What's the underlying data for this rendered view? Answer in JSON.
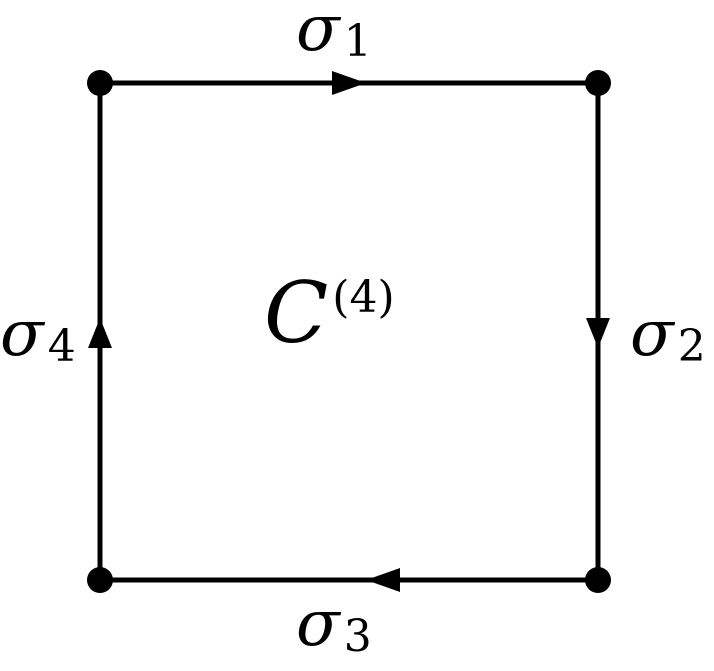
{
  "diagram": {
    "title": "",
    "center_label": {
      "symbol": "C",
      "superscript": "(4)"
    },
    "nodes": [
      {
        "id": "top-left"
      },
      {
        "id": "top-right"
      },
      {
        "id": "bottom-right"
      },
      {
        "id": "bottom-left"
      }
    ],
    "edges": [
      {
        "id": "sigma-1",
        "from": "top-left",
        "to": "top-right",
        "symbol": "σ",
        "subscript": "1",
        "direction": "right"
      },
      {
        "id": "sigma-2",
        "from": "top-right",
        "to": "bottom-right",
        "symbol": "σ",
        "subscript": "2",
        "direction": "down"
      },
      {
        "id": "sigma-3",
        "from": "bottom-right",
        "to": "bottom-left",
        "symbol": "σ",
        "subscript": "3",
        "direction": "left"
      },
      {
        "id": "sigma-4",
        "from": "bottom-left",
        "to": "top-left",
        "symbol": "σ",
        "subscript": "4",
        "direction": "up"
      }
    ],
    "colors": {
      "stroke": "#000000",
      "background": "#ffffff"
    }
  }
}
